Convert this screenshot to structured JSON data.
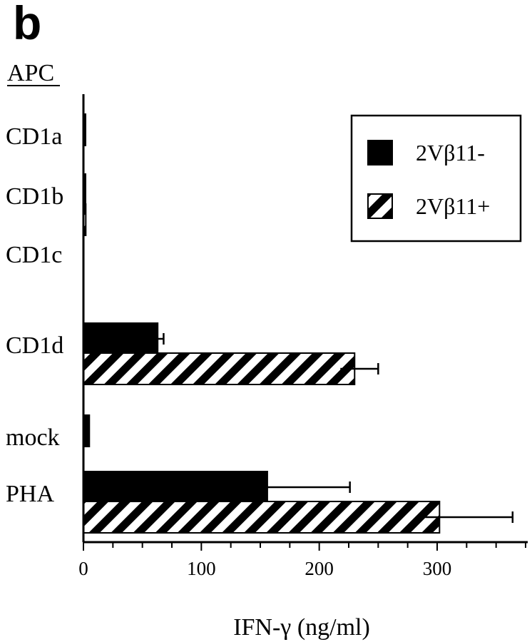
{
  "panel_label": "b",
  "chart_data": {
    "type": "bar",
    "orientation": "horizontal",
    "title": "",
    "group_axis_label": "APC",
    "xlabel": "IFN-γ  (ng/ml)",
    "ylabel": "",
    "xlim": [
      0,
      375
    ],
    "xticks": [
      0,
      100,
      200,
      300
    ],
    "categories": [
      "CD1a",
      "CD1b",
      "CD1c",
      "CD1d",
      "mock",
      "PHA"
    ],
    "grid": false,
    "legend_position": "top-right",
    "series": [
      {
        "name": "2Vβ11-",
        "fill": "solid",
        "color": "#000000",
        "values": [
          1,
          1,
          0,
          63,
          5,
          156
        ],
        "errors": [
          0,
          0,
          0,
          5,
          0,
          70
        ]
      },
      {
        "name": "2Vβ11+",
        "fill": "hatched",
        "color": "#000000",
        "values": [
          0,
          2,
          0,
          230,
          0,
          302
        ],
        "errors": [
          0,
          0,
          0,
          20,
          0,
          62
        ]
      }
    ]
  }
}
